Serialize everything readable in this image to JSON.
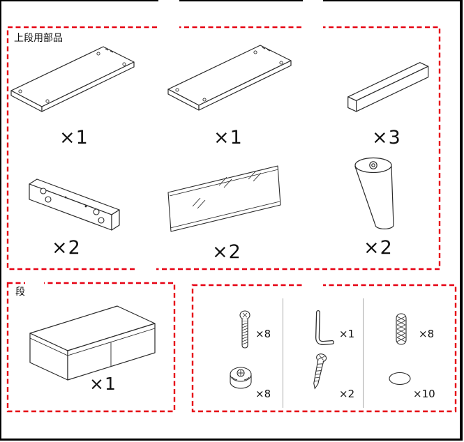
{
  "page": {
    "background": "#ffffff",
    "frame_color": "#000000",
    "accent_red": "#e60012"
  },
  "upper_parts": {
    "title": "上段用部品",
    "items": [
      {
        "id": "top-panel-1",
        "qty": "×1"
      },
      {
        "id": "top-panel-2",
        "qty": "×1"
      },
      {
        "id": "rail-board",
        "qty": "×3"
      },
      {
        "id": "drilled-board",
        "qty": "×2"
      },
      {
        "id": "glass-shelf",
        "qty": "×2"
      },
      {
        "id": "tapered-leg",
        "qty": "×2"
      }
    ]
  },
  "lower_parts": {
    "title": "段",
    "items": [
      {
        "id": "drawer-unit",
        "qty": "×1"
      }
    ]
  },
  "hardware": {
    "items": [
      {
        "id": "connecting-bolt",
        "qty": "×8"
      },
      {
        "id": "hex-key",
        "qty": "×1"
      },
      {
        "id": "threaded-dowel",
        "qty": "×8"
      },
      {
        "id": "cam-lock",
        "qty": "×8"
      },
      {
        "id": "screw",
        "qty": "×2"
      },
      {
        "id": "cover-cap",
        "qty": "×10"
      }
    ]
  }
}
